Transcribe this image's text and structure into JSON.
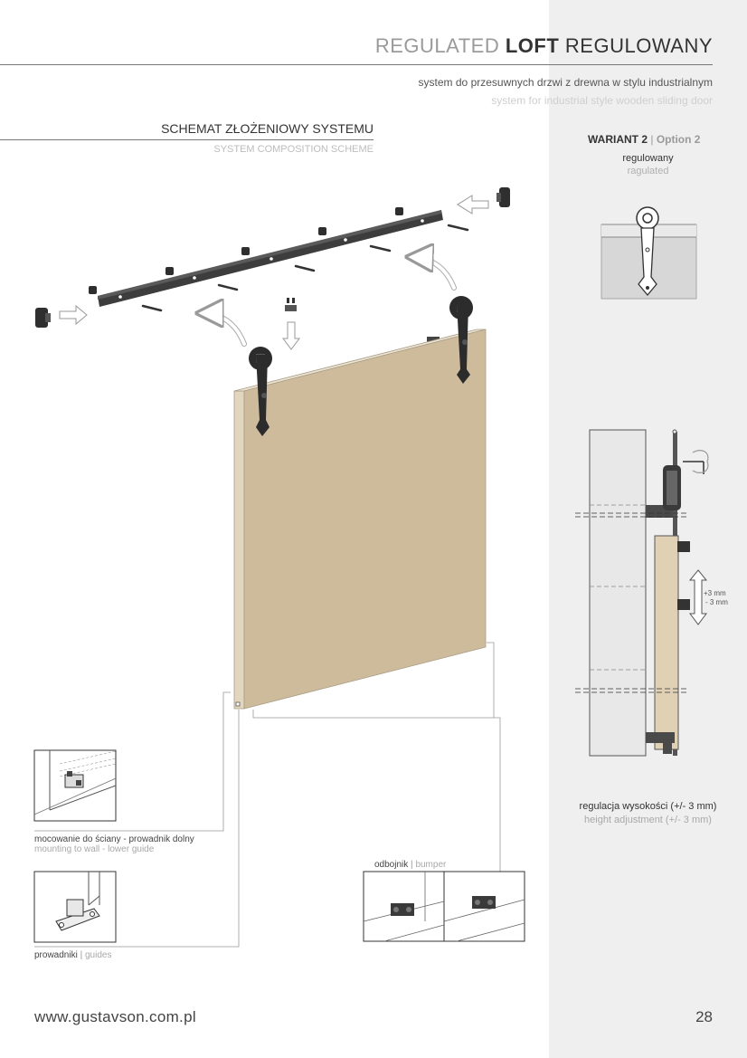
{
  "header": {
    "title_prefix": "REGULATED",
    "title_bold": "LOFT",
    "title_suffix": "REGULOWANY",
    "subtitle_pl": "system do przesuwnych drzwi z drewna w stylu industrialnym",
    "subtitle_en": "system for industrial style wooden sliding door"
  },
  "section": {
    "title": "SCHEMAT ZŁOŻENIOWY SYSTEMU",
    "subtitle": "SYSTEM COMPOSITION SCHEME"
  },
  "variant": {
    "name_pl": "WARIANT 2",
    "separator": "|",
    "name_en": "Option 2",
    "type_pl": "regulowany",
    "type_en": "ragulated"
  },
  "adjustment": {
    "plus": "+3 mm",
    "minus": "- 3 mm",
    "label_pl": "regulacja wysokości (+/- 3 mm)",
    "label_en": "height adjustment (+/- 3 mm)"
  },
  "captions": {
    "mount": {
      "pl": "mocowanie do ściany - prowadnik dolny",
      "en": "mounting to wall - lower guide"
    },
    "guides": {
      "pl": "prowadniki",
      "sep": "|",
      "en": "guides"
    },
    "bumper": {
      "pl": "odbojnik",
      "sep": "|",
      "en": "bumper"
    }
  },
  "footer": {
    "url": "www.gustavson.com.pl",
    "page": "28"
  },
  "colors": {
    "wood": "#cdbb9c",
    "wood_side": "#e2d6bf",
    "metal": "#3a3a3a",
    "sidebar": "#efefef"
  }
}
